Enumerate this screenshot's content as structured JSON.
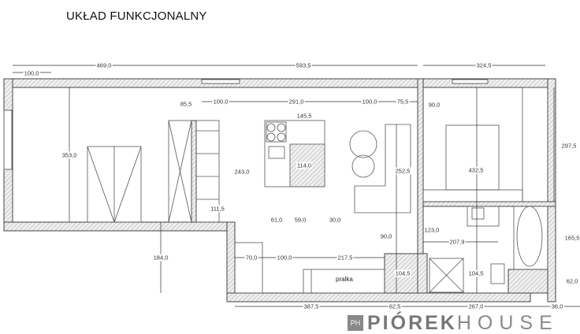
{
  "title": "UKŁAD FUNKCJONALNY",
  "dimensions": {
    "top_left_total": "469,0",
    "top_mid_total": "593,5",
    "top_right_total": "324,5",
    "window_left": "100,0",
    "window_mid1": "100,0",
    "gap_mid": "291,0",
    "window_mid2": "100,0",
    "gap_right": "75,5",
    "wardrobe_gap": "85,5",
    "living_height": "353,0",
    "kitchen_depth": "145,5",
    "island": "114,0",
    "tv_to_kitchen": "243,0",
    "tv_clear": "111,5",
    "sofa": "252,5",
    "bed_top": "90,0",
    "bedroom_height": "432,5",
    "bedroom_right": "297,5",
    "k61": "61,0",
    "k59": "59,0",
    "k30": "30,0",
    "hall_184": "184,0",
    "hall_70": "70,0",
    "hall_100": "100,0",
    "hall_217": "217,5",
    "pass_90": "90,0",
    "col_104a": "104,5",
    "col_104b": "104,5",
    "bath_123": "123,0",
    "bath_207": "207,9",
    "bath_165": "165,5",
    "bath_62": "62,0",
    "bottom_387": "387,5",
    "bottom_62": "62,5",
    "bottom_267": "267,0",
    "bottom_36": "36,0"
  },
  "labels": {
    "washer": "pralka"
  },
  "logo": {
    "mark": "PH",
    "bold": "PIÓREK",
    "light": "HOUSE"
  },
  "colors": {
    "wall": "#cfcfcf",
    "line": "#333333",
    "logo": "#777777"
  }
}
